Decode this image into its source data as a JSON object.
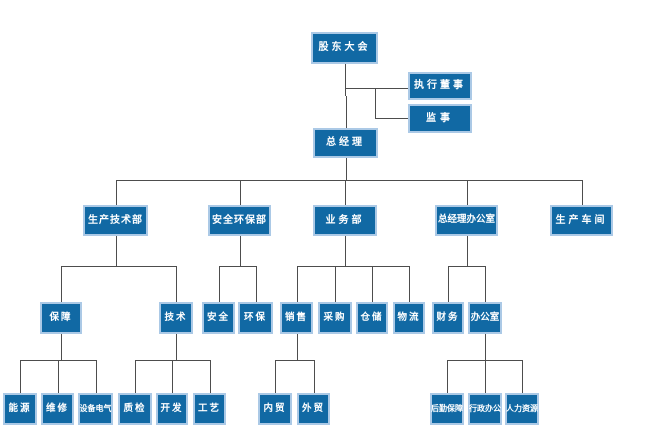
{
  "colors": {
    "box_fill": "#1169a4",
    "box_border": "#abc9e6",
    "box_text": "#ffffff",
    "connector": "#4d4d4d",
    "background": "#ffffff"
  },
  "org": {
    "nodes": [
      {
        "id": "shareholders",
        "label": "股东大会"
      },
      {
        "id": "exec-director",
        "label": "执行董事"
      },
      {
        "id": "supervisor",
        "label": "监事"
      },
      {
        "id": "general-manager",
        "label": "总经理"
      },
      {
        "id": "production-tech-dept",
        "label": "生产技术部"
      },
      {
        "id": "safety-env-dept",
        "label": "安全环保部"
      },
      {
        "id": "business-dept",
        "label": "业务部"
      },
      {
        "id": "gm-office",
        "label": "总经理办公室"
      },
      {
        "id": "production-workshop",
        "label": "生产车间"
      },
      {
        "id": "support",
        "label": "保障"
      },
      {
        "id": "technology",
        "label": "技术"
      },
      {
        "id": "safety",
        "label": "安全"
      },
      {
        "id": "env-protection",
        "label": "环保"
      },
      {
        "id": "sales",
        "label": "销售"
      },
      {
        "id": "purchasing",
        "label": "采购"
      },
      {
        "id": "warehousing",
        "label": "仓储"
      },
      {
        "id": "logistics",
        "label": "物流"
      },
      {
        "id": "finance",
        "label": "财务"
      },
      {
        "id": "office",
        "label": "办公室"
      },
      {
        "id": "energy",
        "label": "能源"
      },
      {
        "id": "maintenance",
        "label": "维修"
      },
      {
        "id": "equipment-electrical",
        "label": "设备电气"
      },
      {
        "id": "quality-inspection",
        "label": "质检"
      },
      {
        "id": "development",
        "label": "开发"
      },
      {
        "id": "process",
        "label": "工艺"
      },
      {
        "id": "domestic-trade",
        "label": "内贸"
      },
      {
        "id": "foreign-trade",
        "label": "外贸"
      },
      {
        "id": "logistics-support",
        "label": "后勤保障"
      },
      {
        "id": "admin-office",
        "label": "行政办公"
      },
      {
        "id": "human-resources",
        "label": "人力资源"
      }
    ],
    "edges": [
      {
        "from": "shareholders",
        "to": "exec-director",
        "type": "aux"
      },
      {
        "from": "shareholders",
        "to": "supervisor",
        "type": "aux"
      },
      {
        "from": "shareholders",
        "to": "general-manager",
        "type": "line"
      },
      {
        "from": "general-manager",
        "to": "production-tech-dept",
        "type": "line"
      },
      {
        "from": "general-manager",
        "to": "safety-env-dept",
        "type": "line"
      },
      {
        "from": "general-manager",
        "to": "business-dept",
        "type": "line"
      },
      {
        "from": "general-manager",
        "to": "gm-office",
        "type": "line"
      },
      {
        "from": "general-manager",
        "to": "production-workshop",
        "type": "line"
      },
      {
        "from": "production-tech-dept",
        "to": "support",
        "type": "line"
      },
      {
        "from": "production-tech-dept",
        "to": "technology",
        "type": "line"
      },
      {
        "from": "safety-env-dept",
        "to": "safety",
        "type": "line"
      },
      {
        "from": "safety-env-dept",
        "to": "env-protection",
        "type": "line"
      },
      {
        "from": "business-dept",
        "to": "sales",
        "type": "line"
      },
      {
        "from": "business-dept",
        "to": "purchasing",
        "type": "line"
      },
      {
        "from": "business-dept",
        "to": "warehousing",
        "type": "line"
      },
      {
        "from": "business-dept",
        "to": "logistics",
        "type": "line"
      },
      {
        "from": "gm-office",
        "to": "finance",
        "type": "line"
      },
      {
        "from": "gm-office",
        "to": "office",
        "type": "line"
      },
      {
        "from": "support",
        "to": "energy",
        "type": "line"
      },
      {
        "from": "support",
        "to": "maintenance",
        "type": "line"
      },
      {
        "from": "support",
        "to": "equipment-electrical",
        "type": "line"
      },
      {
        "from": "technology",
        "to": "quality-inspection",
        "type": "line"
      },
      {
        "from": "technology",
        "to": "development",
        "type": "line"
      },
      {
        "from": "technology",
        "to": "process",
        "type": "line"
      },
      {
        "from": "sales",
        "to": "domestic-trade",
        "type": "line"
      },
      {
        "from": "sales",
        "to": "foreign-trade",
        "type": "line"
      },
      {
        "from": "office",
        "to": "logistics-support",
        "type": "line"
      },
      {
        "from": "office",
        "to": "admin-office",
        "type": "line"
      },
      {
        "from": "office",
        "to": "human-resources",
        "type": "line"
      }
    ]
  }
}
